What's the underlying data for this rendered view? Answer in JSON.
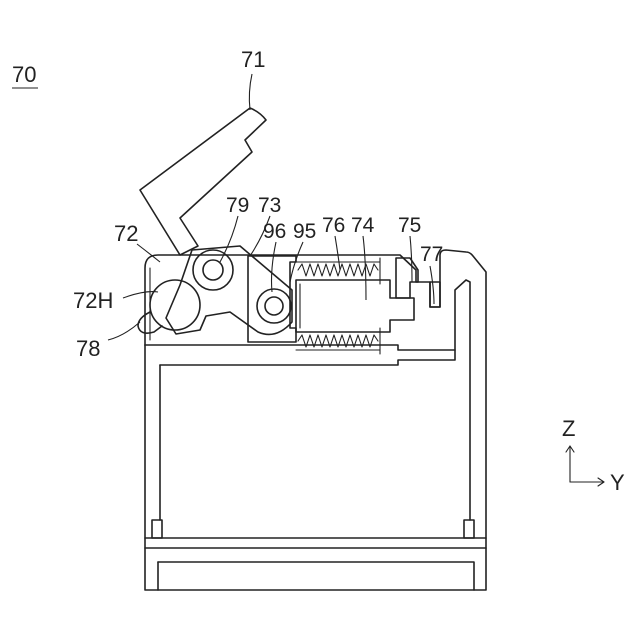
{
  "figure": {
    "number": "70",
    "labels": {
      "l71": "71",
      "l72": "72",
      "l72H": "72H",
      "l78": "78",
      "l79": "79",
      "l73": "73",
      "l96": "96",
      "l95": "95",
      "l76": "76",
      "l74": "74",
      "l75": "75",
      "l77": "77"
    },
    "axes": {
      "z": "Z",
      "y": "Y"
    }
  }
}
